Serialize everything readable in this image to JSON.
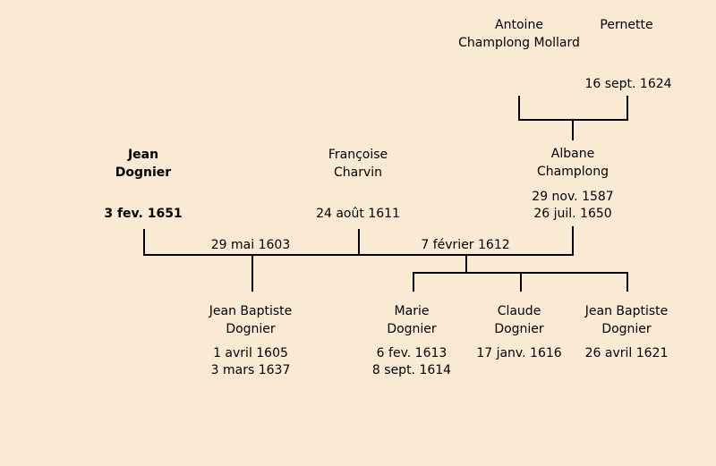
{
  "colors": {
    "background": "#FAE9D3",
    "line": "#000000",
    "text": "#000000"
  },
  "diagram_type": "family-tree",
  "persons": {
    "antoine": {
      "given_name": "Antoine",
      "surname": "Champlong Mollard"
    },
    "pernette": {
      "given_name": "Pernette",
      "death_date": "16 sept. 1624"
    },
    "jean": {
      "given_name": "Jean",
      "surname": "Dognier",
      "death_date": "3 fev. 1651"
    },
    "francoise": {
      "given_name": "Françoise",
      "surname": "Charvin",
      "death_date": "24 août 1611"
    },
    "albane": {
      "given_name": "Albane",
      "surname": "Champlong",
      "birth_date": "29 nov. 1587",
      "death_date": "26 juil. 1650"
    },
    "jean_baptiste_1": {
      "given_name": "Jean Baptiste",
      "surname": "Dognier",
      "birth_date": "1 avril 1605",
      "death_date": "3 mars 1637"
    },
    "marie": {
      "given_name": "Marie",
      "surname": "Dognier",
      "birth_date": "6 fev. 1613",
      "death_date": "8 sept. 1614"
    },
    "claude": {
      "given_name": "Claude",
      "surname": "Dognier",
      "birth_date": "17 janv. 1616"
    },
    "jean_baptiste_2": {
      "given_name": "Jean Baptiste",
      "surname": "Dognier",
      "birth_date": "26 avril 1621"
    }
  },
  "marriages": {
    "jean_francoise": {
      "date": "29 mai 1603"
    },
    "jean_albane": {
      "date": "7 février 1612"
    }
  }
}
